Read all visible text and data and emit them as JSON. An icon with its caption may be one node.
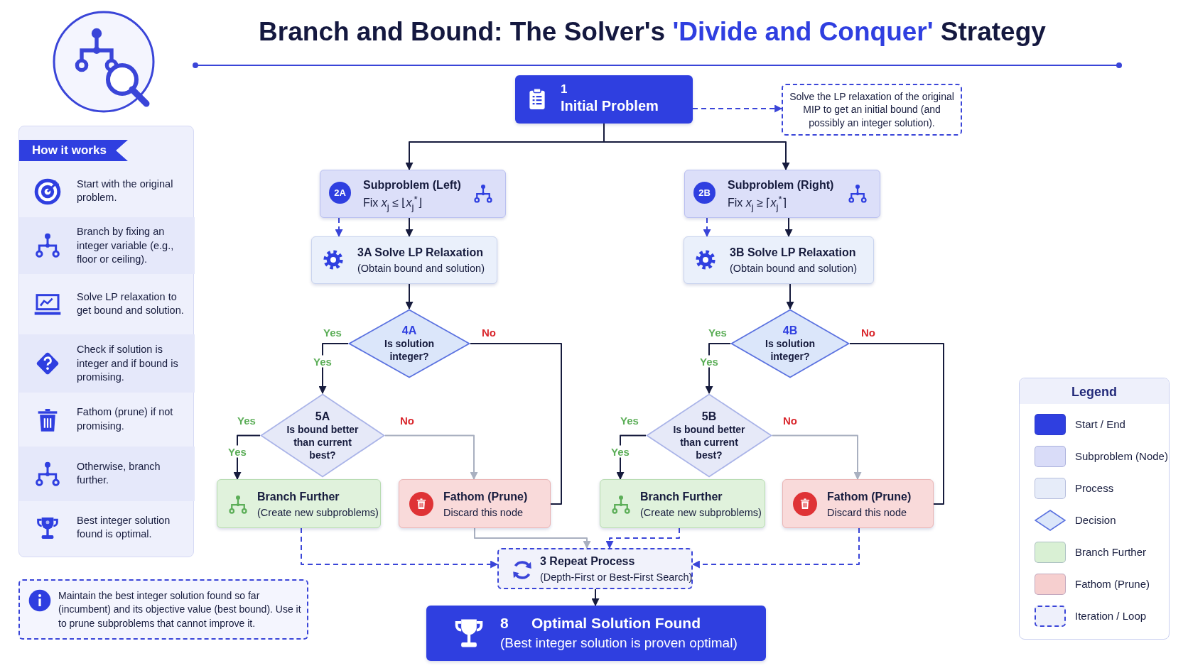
{
  "diagram": {
    "title": "Branch and Bound: The Solver's 'Divide and Conquer' Strategy",
    "nodes": [
      {
        "text": [
          "How it works"
        ]
      },
      {
        "text": [
          "Start with the original problem."
        ],
        "in": 0
      },
      {
        "text": [
          "Branch by fixing an integer variable (e.g., floor or ceiling)."
        ],
        "in": 0
      },
      {
        "text": [
          "Solve LP relaxation to get bound and solution."
        ],
        "in": 0
      },
      {
        "text": [
          "Check if solution is integer and if bound is promising."
        ],
        "in": 0
      },
      {
        "text": [
          "Fathom (prune) if not promising."
        ],
        "in": 0
      },
      {
        "text": [
          "Otherwise, branch further."
        ],
        "in": 0
      },
      {
        "text": [
          "Best integer solution found is optimal."
        ],
        "in": 0
      },
      {
        "text": [
          "Maintain the best integer solution found so far (incumbent) and its objective value (best bound). Use it to prune subproblems that cannot improve it."
        ]
      },
      {
        "text": [
          "1",
          "Initial Problem"
        ]
      },
      {
        "text": [
          "Solve the LP relaxation of the original MIP to get an initial bound (and possibly an integer solution)."
        ]
      },
      {
        "text": [
          "2A",
          "Subproblem (Left)",
          "Fix *x*$_{j}$ ≤ ⌊*x*$_{j}$$^{*}$⌋"
        ]
      },
      {
        "text": [
          "2B",
          "Subproblem (Right)",
          "Fix *x*$_{j}$ ≥ ⌈*x*$_{j}$$^{*}$⌉"
        ]
      },
      {
        "text": [
          "3A Solve LP Relaxation",
          "(Obtain bound and solution)"
        ]
      },
      {
        "text": [
          "3B Solve LP Relaxation",
          "(Obtain bound and solution)"
        ]
      },
      {
        "text": [
          "4A",
          "Is solution integer?"
        ]
      },
      {
        "text": [
          "4B",
          "Is solution integer?"
        ]
      },
      {
        "text": [
          "5A",
          "Is bound better than current best?"
        ]
      },
      {
        "text": [
          "5B",
          "Is bound better than current best?"
        ]
      },
      {
        "text": [
          "Branch Further",
          "(Create new subproblems)"
        ]
      },
      {
        "text": [
          "Fathom (Prune)",
          "Discard this node"
        ]
      },
      {
        "text": [
          "Branch Further",
          "(Create new subproblems)"
        ]
      },
      {
        "text": [
          "Fathom (Prune)",
          "Discard this node"
        ]
      },
      {
        "text": [
          "3 Repeat Process",
          "(Depth-First or Best-First Search)"
        ]
      },
      {
        "text": [
          "8",
          "Optimal Solution Found",
          "(Best integer solution is proven optimal)"
        ]
      }
    ],
    "edges": [
      {
        "from": 9,
        "to": 10,
        "arrow": "to",
        "style": "dashed",
        "color": "#3a45d8"
      },
      {
        "from": 9,
        "to": 11,
        "arrow": "to"
      },
      {
        "from": 9,
        "to": 12,
        "arrow": "to"
      },
      {
        "from": 11,
        "to": 13,
        "arrow": "to"
      },
      {
        "from": 11,
        "to": 13,
        "arrow": "to",
        "style": "dashed",
        "color": "#3a45d8"
      },
      {
        "from": 12,
        "to": 14,
        "arrow": "to"
      },
      {
        "from": 12,
        "to": 14,
        "arrow": "to",
        "style": "dashed",
        "color": "#3a45d8"
      },
      {
        "from": 13,
        "to": 15,
        "arrow": "to"
      },
      {
        "from": 14,
        "to": 16,
        "arrow": "to"
      },
      {
        "from": 15,
        "to": 17,
        "arrow": "to",
        "label": "Yes"
      },
      {
        "from": 15,
        "to": 20,
        "arrow": "none",
        "label": "No"
      },
      {
        "from": 16,
        "to": 18,
        "arrow": "to",
        "label": "Yes"
      },
      {
        "from": 16,
        "to": 22,
        "arrow": "none",
        "label": "No"
      },
      {
        "from": 17,
        "to": 19,
        "arrow": "to",
        "label": "Yes"
      },
      {
        "from": 17,
        "to": 20,
        "arrow": "to",
        "label": "No",
        "color": "#a9b0c0"
      },
      {
        "from": 18,
        "to": 21,
        "arrow": "to",
        "label": "Yes"
      },
      {
        "from": 18,
        "to": 22,
        "arrow": "to",
        "label": "No",
        "color": "#a9b0c0"
      },
      {
        "from": 19,
        "to": 23,
        "arrow": "to",
        "style": "dashed",
        "color": "#3a45d8"
      },
      {
        "from": 20,
        "to": 23,
        "arrow": "to",
        "color": "#a9b0c0"
      },
      {
        "from": 21,
        "to": 23,
        "arrow": "to",
        "style": "dashed",
        "color": "#3a45d8"
      },
      {
        "from": 22,
        "to": 23,
        "arrow": "to",
        "style": "dashed",
        "color": "#3a45d8"
      },
      {
        "from": 23,
        "to": 24,
        "arrow": "to"
      }
    ],
    "labels": [
      "Yes",
      "Yes",
      "Yes",
      "Yes",
      "Legend"
    ],
    "legend": [
      {
        "text": "Start / End",
        "color": "#2f3fe0"
      },
      {
        "text": "Subproblem (Node)",
        "color": "#d9dcf8"
      },
      {
        "text": "Process",
        "color": "#e6ecf9"
      },
      {
        "text": "Decision"
      },
      {
        "text": "Branch Further",
        "color": "#d9f0d4"
      },
      {
        "text": "Fathom (Prune)",
        "color": "#f6cfcf"
      },
      {
        "text": "Iteration / Loop"
      }
    ]
  }
}
